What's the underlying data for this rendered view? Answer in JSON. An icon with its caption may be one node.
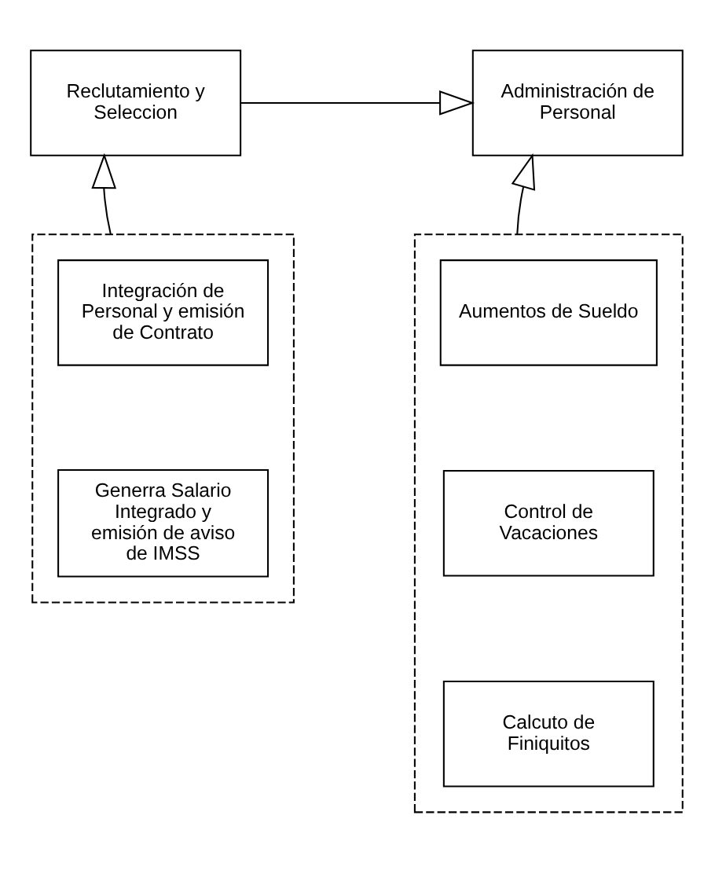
{
  "diagram": {
    "nodes": [
      {
        "text": [
          "Reclutamiento y Seleccion"
        ]
      },
      {
        "text": [
          "Administración de Personal"
        ]
      },
      {
        "text": [],
        "shape": "box"
      },
      {
        "text": [
          "Integración de Personal y emisión de Contrato"
        ],
        "in": 2
      },
      {
        "text": [
          "Generra Salario Integrado y emisión de aviso de IMSS"
        ],
        "in": 2
      },
      {
        "text": [],
        "shape": "box"
      },
      {
        "text": [
          "Aumentos de Sueldo"
        ],
        "in": 5
      },
      {
        "text": [
          "Control de Vacaciones"
        ],
        "in": 5
      },
      {
        "text": [
          "Calcuto de Finiquitos"
        ],
        "in": 5
      }
    ],
    "edges": [
      {
        "from": 0,
        "to": 1,
        "arrow": "to"
      },
      {
        "from": 2,
        "to": 0,
        "arrow": "to"
      },
      {
        "from": 5,
        "to": 1,
        "arrow": "to"
      }
    ]
  }
}
